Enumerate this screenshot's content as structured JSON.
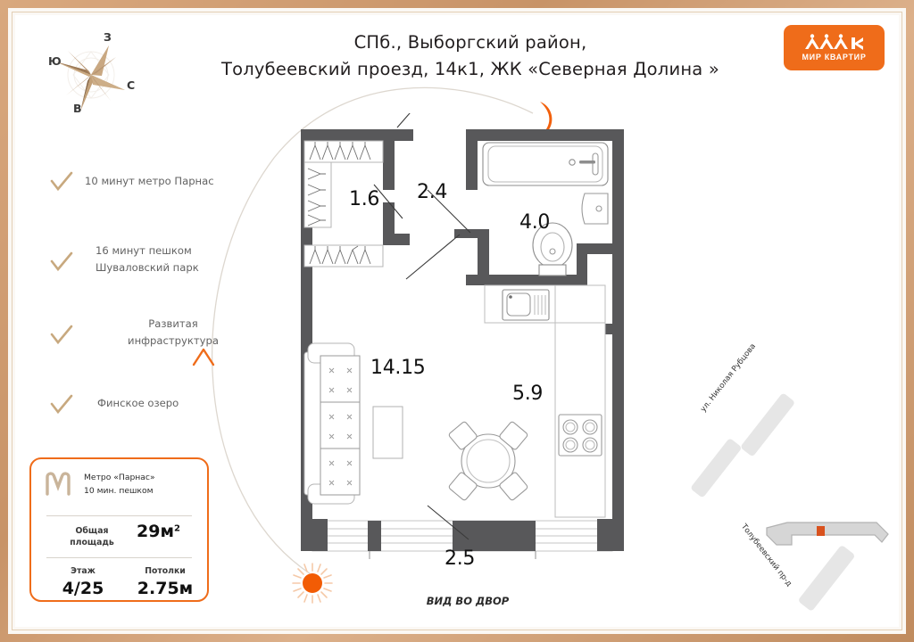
{
  "frame": {
    "accent": "#ef6c1a",
    "border_color": "#c89367"
  },
  "header": {
    "title_line1": "СПб., Выборгский район,",
    "title_line2": "Толубеевский проезд, 14к1, ЖК  «Северная Долина »"
  },
  "logo": {
    "text": "МИР КВАРТИР",
    "mark": "zigzag-people-icon",
    "bg": "#ef6c1a"
  },
  "compass": {
    "north": "З",
    "west": "Ю",
    "east": "С",
    "south": "В"
  },
  "features": [
    {
      "icon": "check-icon",
      "label": "10 минут метро Парнас"
    },
    {
      "icon": "check-icon",
      "label": "16 минут пешком\nШуваловский парк"
    },
    {
      "icon": "check-icon",
      "label": "Развитая\nинфраструктура"
    },
    {
      "icon": "check-icon",
      "label": "Финское озеро"
    }
  ],
  "info_card": {
    "metro_icon": "metro-m-icon",
    "metro_line1": "Метро «Парнас»",
    "metro_line2": "10 мин. пешком",
    "area_label": "Общая\nплощадь",
    "area_value": "29м",
    "area_unit": "2",
    "floor_label": "Этаж",
    "floor_value": "4/25",
    "ceiling_label": "Потолки",
    "ceiling_value": "2.75м"
  },
  "floorplan": {
    "rooms": [
      {
        "name": "hallway-closet",
        "area": "1.6"
      },
      {
        "name": "corridor",
        "area": "2.4"
      },
      {
        "name": "bathroom",
        "area": "4.0"
      },
      {
        "name": "living-room",
        "area": "14.15"
      },
      {
        "name": "kitchen",
        "area": "5.9"
      },
      {
        "name": "balcony",
        "area": "2.5"
      }
    ],
    "view_note": "ВИД ВО ДВОР",
    "fixtures": [
      "bathtub",
      "washbasin",
      "toilet",
      "kitchen-sink",
      "stove",
      "sofa",
      "coffee-table",
      "dining-table",
      "chairs",
      "wardrobe"
    ]
  },
  "minimap": {
    "streets": [
      "ул. Николая Рубцова",
      "Толубеевский пр-д"
    ],
    "marker_color": "#d9521e"
  },
  "markers": {
    "sun_icon": "sun-icon",
    "moon_icon": "crescent-moon-icon",
    "arrow_icon": "chevron-up-icon"
  }
}
